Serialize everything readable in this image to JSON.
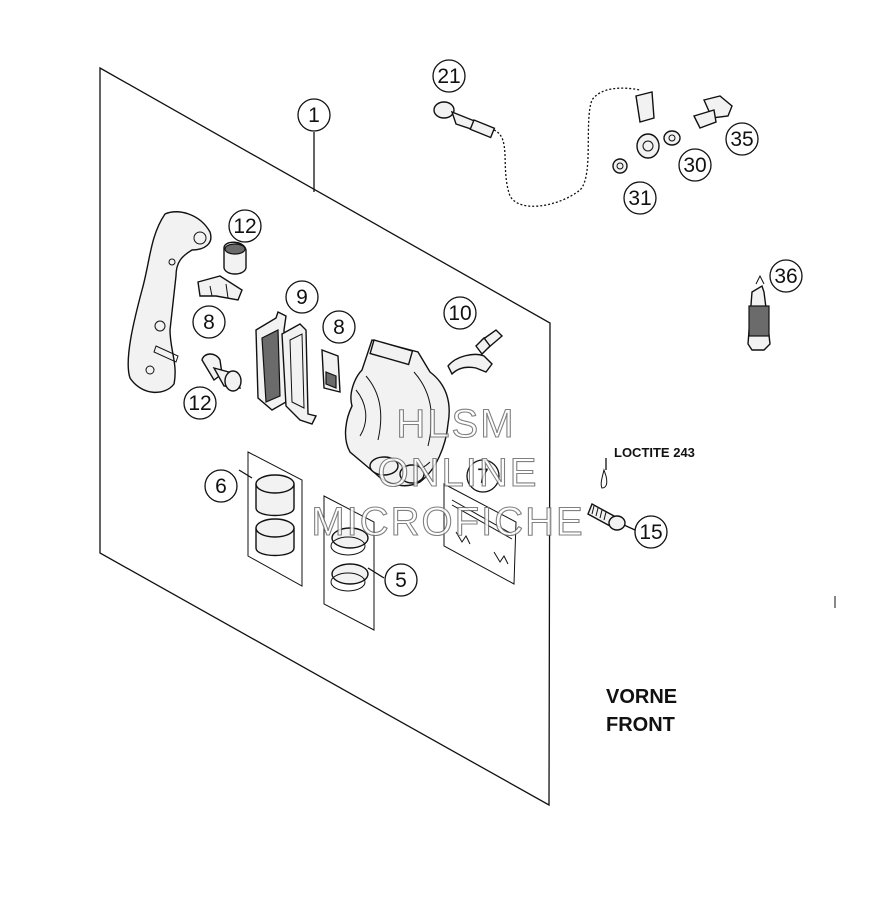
{
  "callouts": {
    "c1": "1",
    "c21": "21",
    "c35": "35",
    "c30": "30",
    "c31": "31",
    "c12a": "12",
    "c8a": "8",
    "c9": "9",
    "c8b": "8",
    "c10": "10",
    "c12b": "12",
    "c36": "36",
    "c6": "6",
    "c7": "7",
    "c15": "15",
    "c5": "5"
  },
  "notes": {
    "loctite": "LOCTITE 243",
    "front_line1": "VORNE",
    "front_line2": "FRONT"
  },
  "watermark": {
    "line1": "HLSM",
    "line2": "ONLINE",
    "line3": "MICROFICHE"
  }
}
